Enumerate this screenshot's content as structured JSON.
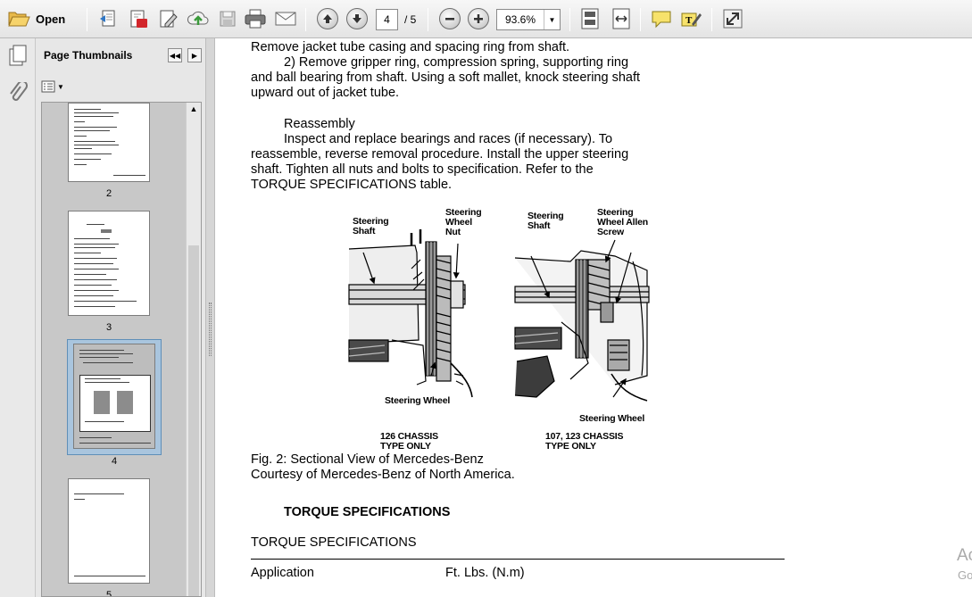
{
  "toolbar": {
    "open_label": "Open",
    "current_page": "4",
    "page_total": "/ 5",
    "zoom": "93.6%",
    "icons": [
      "folder-open-icon",
      "create-icon",
      "pdf-icon",
      "edit-icon",
      "upload-icon",
      "save-icon",
      "print-icon",
      "email-icon",
      "previous-page-icon",
      "next-page-icon",
      "zoom-out-icon",
      "zoom-in-icon",
      "fit-page-icon",
      "fit-width-icon",
      "comment-icon",
      "highlight-icon",
      "expand-icon"
    ]
  },
  "sidebar": {
    "title": "Page Thumbnails",
    "thumbnails": [
      {
        "label": "2"
      },
      {
        "label": "3"
      },
      {
        "label": "4"
      },
      {
        "label": "5"
      }
    ]
  },
  "document": {
    "lines": [
      "Remove jacket tube casing and spacing ring from shaft.",
      "2) Remove gripper ring, compression spring, supporting ring",
      "and ball bearing from shaft. Using a soft mallet, knock steering shaft",
      "upward out of jacket tube."
    ],
    "reassembly_heading": "Reassembly",
    "reassembly_lines": [
      "Inspect and replace bearings and races (if necessary). To",
      "reassemble, reverse removal procedure. Install the upper steering",
      "shaft. Tighten all nuts and bolts to specification. Refer to the",
      "TORQUE SPECIFICATIONS table."
    ],
    "figure": {
      "left": {
        "label_shaft": "Steering\nShaft",
        "label_nut": "Steering\nWheel\nNut",
        "label_wheel": "Steering Wheel",
        "label_type": "126 CHASSIS\nTYPE ONLY"
      },
      "right": {
        "label_shaft": "Steering\nShaft",
        "label_screw": "Steering\nWheel Allen\nScrew",
        "label_wheel": "Steering Wheel",
        "label_type": "107, 123 CHASSIS\nTYPE ONLY"
      }
    },
    "caption_1": "Fig. 2:  Sectional View of Mercedes-Benz",
    "caption_2": "Courtesy of Mercedes-Benz of North America.",
    "torque_heading": "TORQUE SPECIFICATIONS",
    "table_title": "TORQUE SPECIFICATIONS",
    "table_headers": [
      "Application",
      "Ft. Lbs. (N.m)"
    ]
  },
  "watermark": {
    "line1": "Ac",
    "line2": "Go"
  }
}
